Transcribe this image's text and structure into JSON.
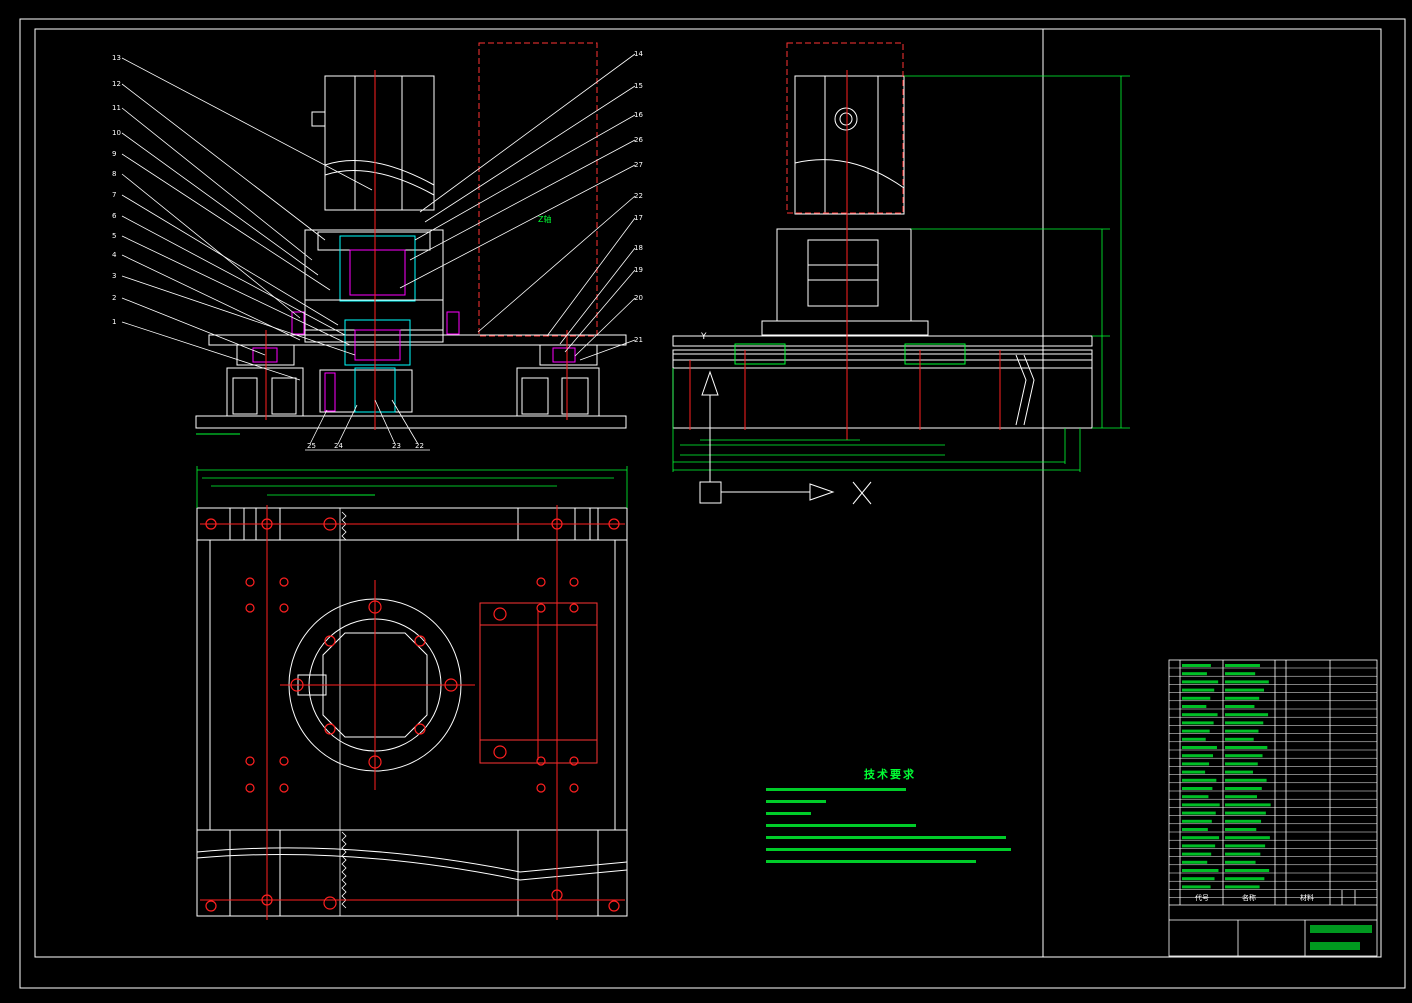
{
  "drawing": {
    "section_label": "Z轴",
    "tech_req": {
      "title": "技术要求",
      "items": [
        "",
        "",
        "",
        "",
        "",
        "",
        ""
      ]
    },
    "view_axes": {
      "x": "X",
      "y": "Y"
    },
    "balloons_left": [
      "13",
      "12",
      "11",
      "10",
      "9",
      "8",
      "7",
      "6",
      "5",
      "4",
      "3",
      "2",
      "1"
    ],
    "balloons_right": [
      "14",
      "15",
      "16",
      "26",
      "27",
      "22",
      "17",
      "18",
      "19",
      "20",
      "21"
    ],
    "balloons_bottom": [
      "25",
      "24",
      "23",
      "22"
    ],
    "title_block": {
      "headers": [
        "代号",
        "名称",
        "",
        "材料",
        "",
        ""
      ],
      "drawing_title": "",
      "drawing_number": ""
    }
  },
  "colors": {
    "background": "#000000",
    "outline": "#ffffff",
    "centerline": "#ff2020",
    "dimension": "#00ff33",
    "fastener": "#ff00ff",
    "part": "#00ffff",
    "hidden": "#ff3333"
  }
}
